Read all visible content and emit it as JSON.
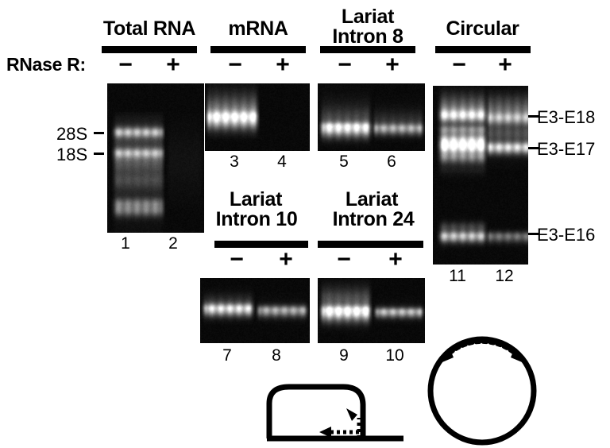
{
  "figure": {
    "type": "agarose-gel-electrophoresis-panel-figure",
    "row_label": "RNase R:"
  },
  "panels": [
    {
      "id": "total-rna",
      "title_line1": "Total RNA",
      "title_line2": "",
      "signs": [
        "−",
        "+"
      ],
      "lanes": [
        "1",
        "2"
      ],
      "left_markers": [
        "28S",
        "18S"
      ]
    },
    {
      "id": "mrna",
      "title_line1": "mRNA",
      "title_line2": "",
      "signs": [
        "−",
        "+"
      ],
      "lanes": [
        "3",
        "4"
      ],
      "left_markers": []
    },
    {
      "id": "lariat-intron-8",
      "title_line1": "Lariat",
      "title_line2": "Intron 8",
      "signs": [
        "−",
        "+"
      ],
      "lanes": [
        "5",
        "6"
      ],
      "left_markers": []
    },
    {
      "id": "circular",
      "title_line1": "Circular",
      "title_line2": "",
      "signs": [
        "−",
        "+"
      ],
      "lanes": [
        "11",
        "12"
      ],
      "right_markers": [
        "E3-E18",
        "E3-E17",
        "E3-E16"
      ]
    },
    {
      "id": "lariat-intron-10",
      "title_line1": "Lariat",
      "title_line2": "Intron 10",
      "signs": [
        "−",
        "+"
      ],
      "lanes": [
        "7",
        "8"
      ],
      "left_markers": []
    },
    {
      "id": "lariat-intron-24",
      "title_line1": "Lariat",
      "title_line2": "Intron 24",
      "signs": [
        "−",
        "+"
      ],
      "lanes": [
        "9",
        "10"
      ],
      "left_markers": []
    }
  ],
  "right_markers": {
    "m1": "E3-E18",
    "m2": "E3-E17",
    "m3": "E3-E16"
  },
  "left_markers": {
    "m1": "28S",
    "m2": "18S"
  },
  "diagrams": [
    {
      "id": "lariat-schematic",
      "name": "lariat-intron-schematic"
    },
    {
      "id": "circle-schematic",
      "name": "circular-rna-schematic"
    }
  ],
  "colors": {
    "ink": "#000000",
    "paper": "#ffffff",
    "gel_background": "#050505",
    "band_bright": "#ffffff"
  },
  "gel_content": {
    "total-rna": {
      "lanes": [
        {
          "lane": "1",
          "bands": [
            "28S",
            "18S",
            "low-mw-smear"
          ],
          "intensity": "strong"
        },
        {
          "lane": "2",
          "bands": [],
          "intensity": "absent"
        }
      ]
    },
    "mrna": {
      "lanes": [
        {
          "lane": "3",
          "bands": [
            "mRNA-smear"
          ],
          "intensity": "strong"
        },
        {
          "lane": "4",
          "bands": [],
          "intensity": "absent"
        }
      ]
    },
    "lariat-intron-8": {
      "lanes": [
        {
          "lane": "5",
          "bands": [
            "lariat-intron-8"
          ],
          "intensity": "strong"
        },
        {
          "lane": "6",
          "bands": [
            "lariat-intron-8"
          ],
          "intensity": "moderate"
        }
      ]
    },
    "lariat-intron-10": {
      "lanes": [
        {
          "lane": "7",
          "bands": [
            "lariat-intron-10"
          ],
          "intensity": "strong"
        },
        {
          "lane": "8",
          "bands": [
            "lariat-intron-10"
          ],
          "intensity": "moderate"
        }
      ]
    },
    "lariat-intron-24": {
      "lanes": [
        {
          "lane": "9",
          "bands": [
            "lariat-intron-24"
          ],
          "intensity": "strong"
        },
        {
          "lane": "10",
          "bands": [
            "lariat-intron-24"
          ],
          "intensity": "moderate"
        }
      ]
    },
    "circular": {
      "lanes": [
        {
          "lane": "11",
          "bands": [
            "E3-E18",
            "E3-E17",
            "E3-E16"
          ],
          "intensity": "strong"
        },
        {
          "lane": "12",
          "bands": [
            "E3-E18",
            "E3-E17",
            "E3-E16"
          ],
          "intensity": "strong"
        }
      ]
    }
  }
}
